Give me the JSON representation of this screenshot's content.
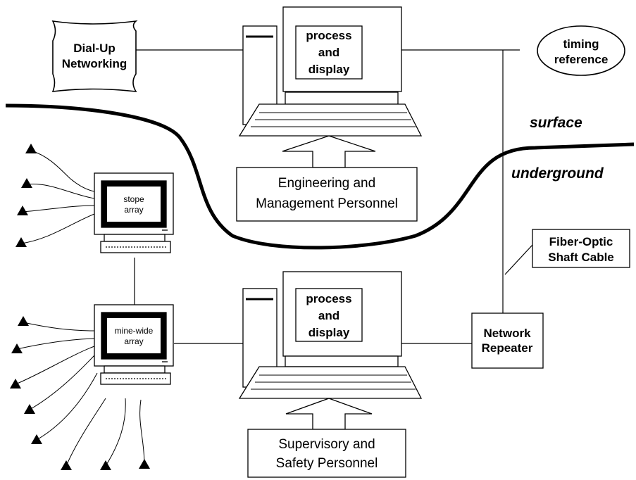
{
  "dialup": {
    "line1": "Dial-Up",
    "line2": "Networking"
  },
  "top_computer": {
    "line1": "process",
    "line2": "and",
    "line3": "display"
  },
  "bottom_computer": {
    "line1": "process",
    "line2": "and",
    "line3": "display"
  },
  "timing": {
    "line1": "timing",
    "line2": "reference"
  },
  "zones": {
    "surface": "surface",
    "underground": "underground"
  },
  "engineering": {
    "line1": "Engineering and",
    "line2": "Management Personnel"
  },
  "supervisory": {
    "line1": "Supervisory and",
    "line2": "Safety Personnel"
  },
  "fiber": {
    "line1": "Fiber-Optic",
    "line2": "Shaft Cable"
  },
  "repeater": {
    "line1": "Network",
    "line2": "Repeater"
  },
  "stope": {
    "line1": "stope",
    "line2": "array"
  },
  "minewide": {
    "line1": "mine-wide",
    "line2": "array"
  }
}
